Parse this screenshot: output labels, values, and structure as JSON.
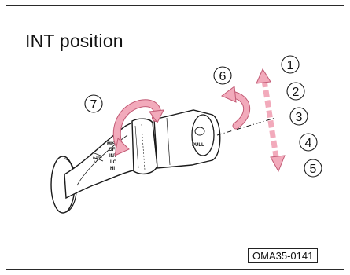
{
  "title": "INT position",
  "figure_code": "OMA35-0141",
  "callouts": [
    "1",
    "2",
    "3",
    "4",
    "5",
    "6",
    "7"
  ],
  "stalk_labels": {
    "mist": "MIST",
    "off": "OFF",
    "int": "INT",
    "lo": "LO",
    "hi": "HI",
    "pull": "PULL"
  },
  "colors": {
    "arrow": "#f2aabb",
    "arrow_edge": "#c25a75",
    "line": "#1a1a1a"
  }
}
